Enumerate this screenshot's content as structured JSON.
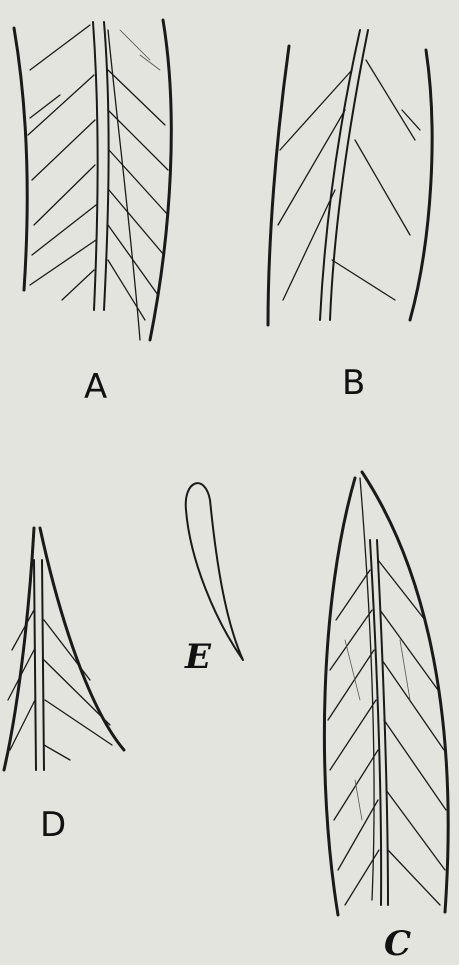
{
  "figure": {
    "background": "#e4e4df",
    "ink": "#1a1a1a",
    "panels": [
      {
        "id": "A",
        "label": "A",
        "depicts": "leaf-fragment-midrib-with-oblique-veins"
      },
      {
        "id": "B",
        "label": "B",
        "depicts": "leaf-fragment-sparse-veins"
      },
      {
        "id": "C",
        "label": "C",
        "depicts": "leaf-tip-dense-veins"
      },
      {
        "id": "D",
        "label": "D",
        "depicts": "leaf-apex-fragment"
      },
      {
        "id": "E",
        "label": "E",
        "depicts": "leaflet-outline"
      }
    ]
  }
}
